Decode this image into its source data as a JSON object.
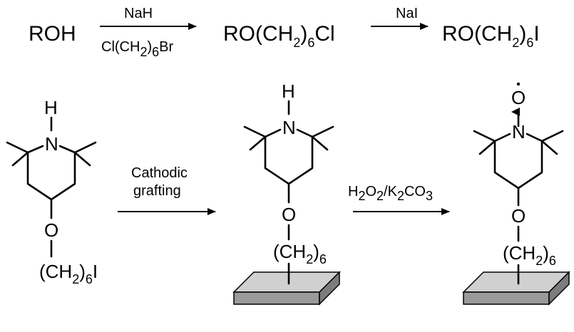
{
  "top_scheme": {
    "reactant": "ROH",
    "step1_reagent_above": "NaH",
    "step1_reagent_below": {
      "a": "Cl(CH",
      "s1": "2",
      "b": ")",
      "s2": "6",
      "c": "Br"
    },
    "intermediate": {
      "a": "RO(CH",
      "s1": "2",
      "b": ")",
      "s2": "6",
      "c": "Cl"
    },
    "step2_reagent_above": "NaI",
    "product": {
      "a": "RO(CH",
      "s1": "2",
      "b": ")",
      "s2": "6",
      "c": "I"
    }
  },
  "bottom_scheme": {
    "molecule1": {
      "nh_h": "H",
      "n": "N",
      "o": "O",
      "chain": {
        "a": "(CH",
        "s1": "2",
        "b": ")",
        "s2": "6",
        "c": "I"
      }
    },
    "step1_label_line1": "Cathodic",
    "step1_label_line2": "grafting",
    "molecule2": {
      "nh_h": "H",
      "n": "N",
      "o": "O",
      "chain": {
        "a": "(CH",
        "s1": "2",
        "b": ")",
        "s2": "6"
      }
    },
    "step2_label": {
      "a": "H",
      "s1": "2",
      "b": "O",
      "s2": "2",
      "c": "/K",
      "s3": "2",
      "d": "CO",
      "s4": "3"
    },
    "molecule3": {
      "radical_o": "O",
      "n": "N",
      "o": "O",
      "chain": {
        "a": "(CH",
        "s1": "2",
        "b": ")",
        "s2": "6"
      }
    }
  }
}
